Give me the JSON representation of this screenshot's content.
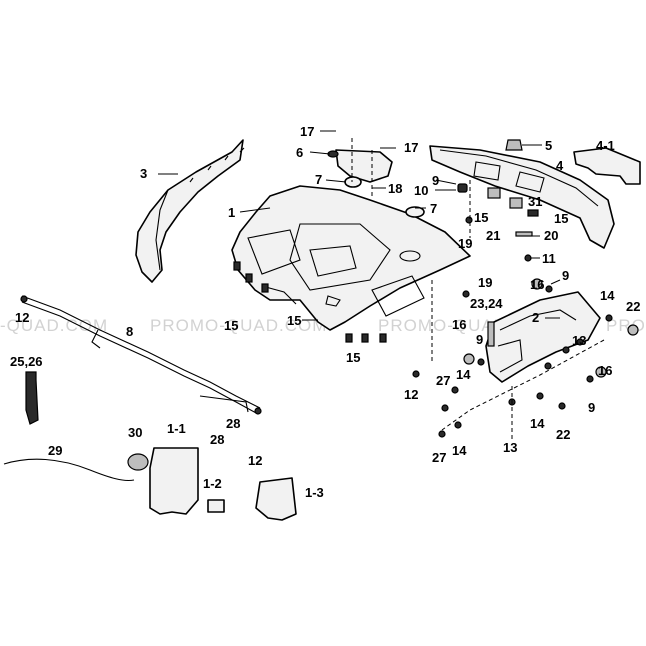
{
  "watermark": {
    "left": "-QUAD.COM",
    "center1": "PROMO-QUAD.COM",
    "center2": "PROMO-QUAD.COM",
    "right": "PRO"
  },
  "labels": {
    "l3": "3",
    "l1": "1",
    "l8": "8",
    "l12a": "12",
    "l2526": "25,26",
    "l29": "29",
    "l30": "30",
    "l1_1": "1-1",
    "l1_2": "1-2",
    "l1_3": "1-3",
    "l28a": "28",
    "l28b": "28",
    "l12b": "12",
    "l15a": "15",
    "l15b": "15",
    "l15c": "15",
    "l17a": "17",
    "l6": "6",
    "l7a": "7",
    "l17b": "17",
    "l18": "18",
    "l7b": "7",
    "l5": "5",
    "l4_1": "4-1",
    "l4": "4",
    "l9a": "9",
    "l10": "10",
    "l31": "31",
    "l15d": "15",
    "l15e": "15",
    "l19a": "19",
    "l21": "21",
    "l20": "20",
    "l11": "11",
    "l19b": "19",
    "l16a": "16",
    "l9b": "9",
    "l2324": "23,24",
    "l2": "2",
    "l14a": "14",
    "l22a": "22",
    "l16b": "16",
    "l9c": "9",
    "l12c": "12",
    "l27a": "27",
    "l14b": "14",
    "l13a": "13",
    "l9d": "9",
    "l16c": "16",
    "l14c": "14",
    "l22b": "22",
    "l27b": "27",
    "l14d": "14",
    "l13b": "13"
  }
}
